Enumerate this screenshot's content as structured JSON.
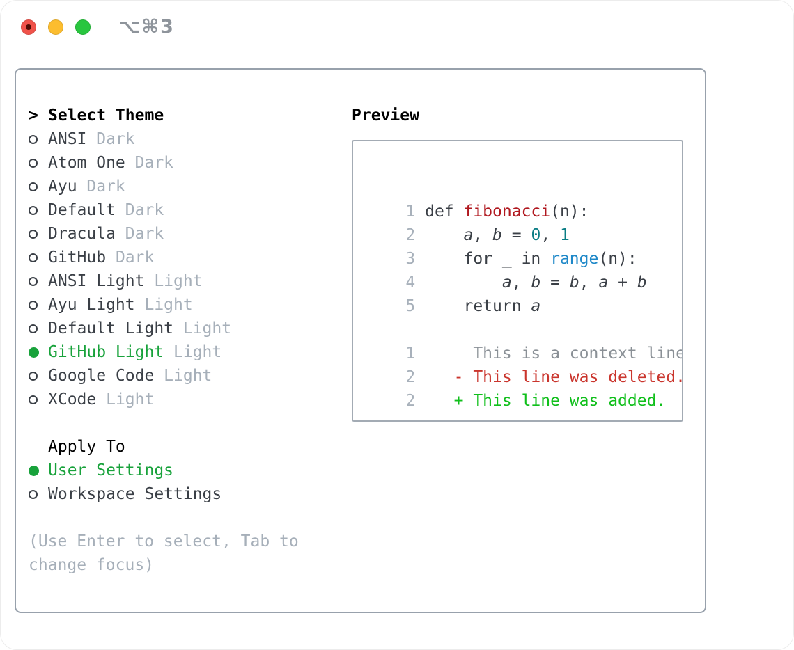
{
  "window": {
    "title": "⌥⌘3",
    "traffic_lights": [
      {
        "name": "close",
        "color": "#f0524a"
      },
      {
        "name": "minimize",
        "color": "#fcbd2f"
      },
      {
        "name": "zoom",
        "color": "#29c63f"
      }
    ]
  },
  "theme_panel": {
    "header": {
      "prefix": ">",
      "label": "Select Theme"
    },
    "themes": [
      {
        "name": "ANSI",
        "variant": "Dark",
        "selected": false
      },
      {
        "name": "Atom One",
        "variant": "Dark",
        "selected": false
      },
      {
        "name": "Ayu",
        "variant": "Dark",
        "selected": false
      },
      {
        "name": "Default",
        "variant": "Dark",
        "selected": false
      },
      {
        "name": "Dracula",
        "variant": "Dark",
        "selected": false
      },
      {
        "name": "GitHub",
        "variant": "Dark",
        "selected": false
      },
      {
        "name": "ANSI Light",
        "variant": "Light",
        "selected": false
      },
      {
        "name": "Ayu Light",
        "variant": "Light",
        "selected": false
      },
      {
        "name": "Default Light",
        "variant": "Light",
        "selected": false
      },
      {
        "name": "GitHub Light",
        "variant": "Light",
        "selected": true
      },
      {
        "name": "Google Code",
        "variant": "Light",
        "selected": false
      },
      {
        "name": "XCode",
        "variant": "Light",
        "selected": false
      }
    ],
    "apply_to": {
      "label": "Apply To",
      "options": [
        {
          "name": "User Settings",
          "selected": true
        },
        {
          "name": "Workspace Settings",
          "selected": false
        }
      ]
    },
    "hint": "(Use Enter to select, Tab to change focus)"
  },
  "preview": {
    "label": "Preview",
    "code": [
      {
        "lineno": "1",
        "tokens": [
          {
            "text": "def ",
            "style": "plain"
          },
          {
            "text": "fibonacci",
            "style": "func"
          },
          {
            "text": "(n):",
            "style": "plain"
          }
        ]
      },
      {
        "lineno": "2",
        "tokens": [
          {
            "text": "    ",
            "style": "plain"
          },
          {
            "text": "a",
            "style": "var"
          },
          {
            "text": ", ",
            "style": "plain"
          },
          {
            "text": "b",
            "style": "var"
          },
          {
            "text": " = ",
            "style": "plain"
          },
          {
            "text": "0",
            "style": "num"
          },
          {
            "text": ", ",
            "style": "plain"
          },
          {
            "text": "1",
            "style": "num"
          }
        ]
      },
      {
        "lineno": "3",
        "tokens": [
          {
            "text": "    for _ in ",
            "style": "plain"
          },
          {
            "text": "range",
            "style": "builtin"
          },
          {
            "text": "(n):",
            "style": "plain"
          }
        ]
      },
      {
        "lineno": "4",
        "tokens": [
          {
            "text": "        ",
            "style": "plain"
          },
          {
            "text": "a",
            "style": "var"
          },
          {
            "text": ", ",
            "style": "plain"
          },
          {
            "text": "b",
            "style": "var"
          },
          {
            "text": " = ",
            "style": "plain"
          },
          {
            "text": "b",
            "style": "var"
          },
          {
            "text": ", ",
            "style": "plain"
          },
          {
            "text": "a",
            "style": "var"
          },
          {
            "text": " + ",
            "style": "plain"
          },
          {
            "text": "b",
            "style": "var"
          }
        ]
      },
      {
        "lineno": "5",
        "tokens": [
          {
            "text": "    return ",
            "style": "plain"
          },
          {
            "text": "a",
            "style": "var"
          }
        ]
      }
    ],
    "diff": [
      {
        "lineno": "1",
        "text": "     This is a context line.",
        "style": "context"
      },
      {
        "lineno": "2",
        "text": "   - This line was deleted.",
        "style": "deleted"
      },
      {
        "lineno": "2",
        "text": "   + This line was added.",
        "style": "added"
      }
    ]
  },
  "colors": {
    "text_dark": "#3a3f46",
    "muted_gray": "#a6afb9",
    "header_black": "#000000",
    "selected_green": "#18a23b",
    "added_green": "#10bf1b",
    "deleted_red": "#ca352d",
    "context_gray": "#8a9096",
    "func_red": "#b0181f",
    "number_teal": "#0b7d85",
    "builtin_blue": "#1e88c8",
    "lineno_gray": "#a8b1bb",
    "panel_border": "#98a1ac",
    "box_border": "#a3abb4",
    "titlebar_gray": "#8e949b",
    "tl_red": "#f0524a",
    "tl_red_dot": "#500c04",
    "tl_yellow": "#fcbd2f",
    "tl_green": "#29c63f"
  }
}
